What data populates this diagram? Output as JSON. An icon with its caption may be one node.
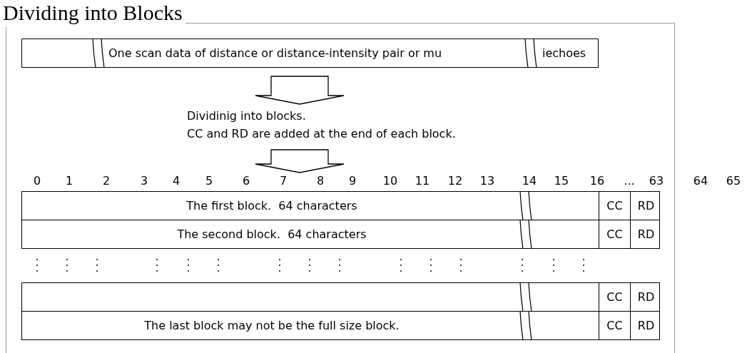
{
  "diagram": {
    "title": "Dividing into Blocks",
    "nodes": [
      {
        "text": [
          "One scan data of distance or distance-intensity pair or mu",
          "iechoes"
        ]
      },
      {
        "text": [
          "Dividinig into blocks.",
          "CC and RD are added at the end of each block."
        ]
      },
      {
        "text": [
          "The first block.  64 characters"
        ]
      },
      {
        "text": [
          "CC"
        ],
        "in": 2
      },
      {
        "text": [
          "RD"
        ],
        "in": 2
      },
      {
        "text": [
          "The second block.  64 characters"
        ]
      },
      {
        "text": [
          "CC"
        ],
        "in": 5
      },
      {
        "text": [
          "RD"
        ],
        "in": 5
      },
      {
        "text": [],
        "shape": "box"
      },
      {
        "text": [
          "CC"
        ],
        "in": 8
      },
      {
        "text": [
          "RD"
        ],
        "in": 8
      },
      {
        "text": [
          "The last block may not be the full size block."
        ]
      },
      {
        "text": [
          "CC"
        ],
        "in": 11
      },
      {
        "text": [
          "RD"
        ],
        "in": 11
      }
    ],
    "edges": [
      {
        "from": 0,
        "to": 1,
        "arrow": "to"
      },
      {
        "from": 1,
        "to": 2,
        "arrow": "to"
      }
    ],
    "labels": [
      "0",
      "1",
      "2",
      "3",
      "4",
      "5",
      "6",
      "7",
      "8",
      "9",
      "10",
      "11",
      "12",
      "13",
      "14",
      "15",
      "16",
      "...",
      "63",
      "64",
      "65"
    ]
  }
}
